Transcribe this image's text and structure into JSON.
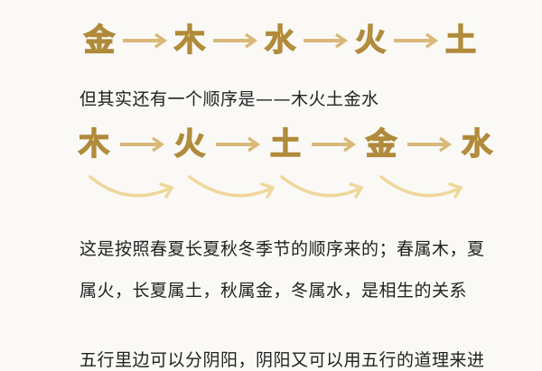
{
  "sequence1": {
    "elements": [
      "金",
      "木",
      "水",
      "火",
      "土"
    ],
    "arrow_icon": "right-arrow-icon"
  },
  "paragraph1": "但其实还有一个顺序是——木火土金水",
  "sequence2": {
    "elements": [
      "木",
      "火",
      "土",
      "金",
      "水"
    ],
    "arrow_icon": "right-arrow-icon",
    "curve_icon": "curved-arrow-icon"
  },
  "paragraph2": {
    "line1": "这是按照春夏长夏秋冬季节的顺序来的；春属木，夏",
    "line2": "属火，长夏属土，秋属金，冬属水，是相生的关系"
  },
  "paragraph3": {
    "line1": "五行里边可以分阴阳，阴阳又可以用五行的道理来进"
  },
  "colors": {
    "glyph_fill": "#f7c96a",
    "glyph_stroke": "#b08a3a",
    "arrow": "#d9b878",
    "curve": "#f0d79a",
    "text": "#222222",
    "background": "#faf9f6"
  }
}
